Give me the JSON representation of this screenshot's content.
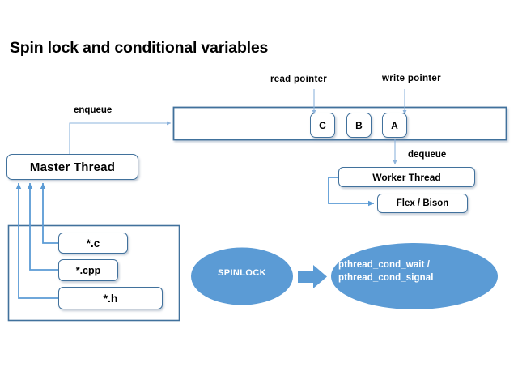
{
  "slide": {
    "title": "Spin lock and conditional variables",
    "background": "#ffffff"
  },
  "colors": {
    "box_border": "#41719c",
    "connector": "#5b9bd5",
    "thin_connector": "#8eb4dc",
    "ellipse_fill": "#5b9bd5",
    "text": "#000000",
    "ellipse_text": "#ffffff"
  },
  "queue": {
    "name": "queue-buffer",
    "read_pointer_label": "read  pointer",
    "write_pointer_label": "write  pointer",
    "cells": [
      {
        "id": "c",
        "label": "C"
      },
      {
        "id": "b",
        "label": "B"
      },
      {
        "id": "a",
        "label": "A"
      }
    ]
  },
  "edges": {
    "enqueue_label": "enqueue",
    "dequeue_label": "dequeue"
  },
  "nodes": {
    "master_thread": "Master Thread",
    "worker_thread": "Worker Thread",
    "flex_bison": "Flex / Bison",
    "file_c": "*.c",
    "file_cpp": "*.cpp",
    "file_h": "*.h"
  },
  "sync": {
    "spinlock_label": "SPINLOCK",
    "cond_label": "pthread_cond_wait /\npthread_cond_signal"
  }
}
